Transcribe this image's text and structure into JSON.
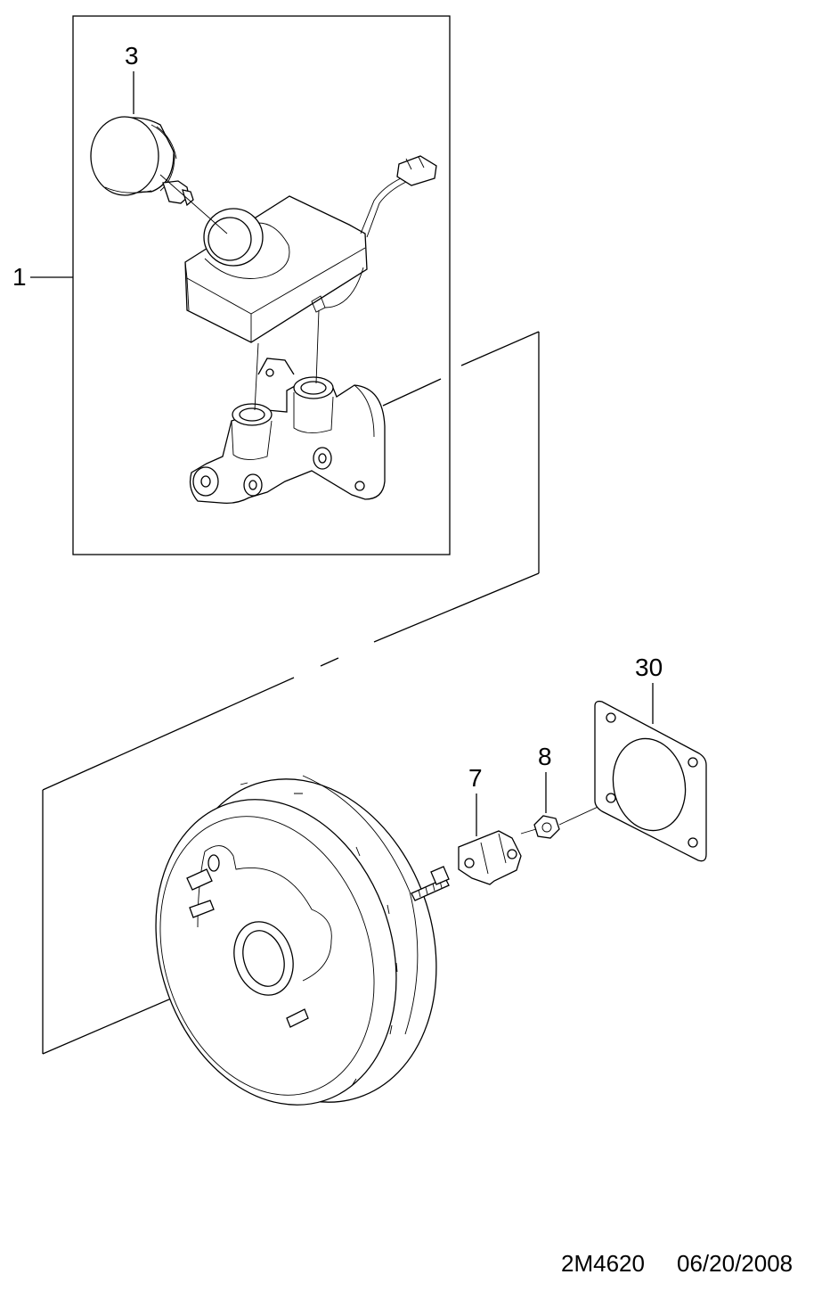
{
  "callouts": {
    "c1": "1",
    "c3": "3",
    "c7": "7",
    "c8": "8",
    "c30": "30"
  },
  "footer": {
    "code": "2M4620",
    "date": "06/20/2008"
  }
}
